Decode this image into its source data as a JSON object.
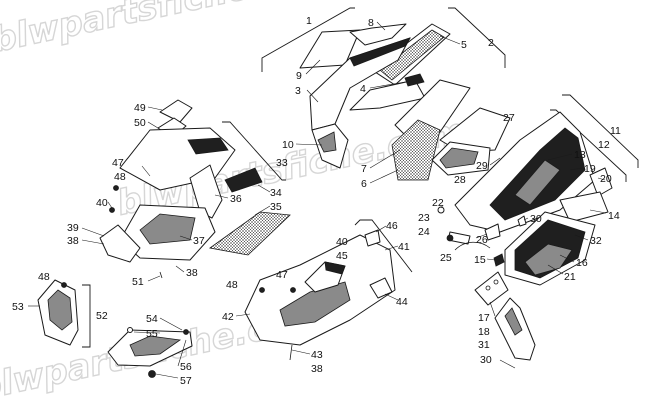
{
  "watermark": "blwpartsfiche.com",
  "labels": [
    {
      "id": "1",
      "text": "1"
    },
    {
      "id": "2",
      "text": "2"
    },
    {
      "id": "3",
      "text": "3"
    },
    {
      "id": "4",
      "text": "4"
    },
    {
      "id": "5",
      "text": "5"
    },
    {
      "id": "6",
      "text": "6"
    },
    {
      "id": "7",
      "text": "7"
    },
    {
      "id": "8",
      "text": "8"
    },
    {
      "id": "9",
      "text": "9"
    },
    {
      "id": "10",
      "text": "10"
    },
    {
      "id": "11",
      "text": "11"
    },
    {
      "id": "12",
      "text": "12"
    },
    {
      "id": "13",
      "text": "13"
    },
    {
      "id": "14",
      "text": "14"
    },
    {
      "id": "15",
      "text": "15"
    },
    {
      "id": "16",
      "text": "16"
    },
    {
      "id": "17",
      "text": "17"
    },
    {
      "id": "18",
      "text": "18"
    },
    {
      "id": "19",
      "text": "19"
    },
    {
      "id": "20",
      "text": "20"
    },
    {
      "id": "21",
      "text": "21"
    },
    {
      "id": "22",
      "text": "22"
    },
    {
      "id": "23",
      "text": "23"
    },
    {
      "id": "24",
      "text": "24"
    },
    {
      "id": "25",
      "text": "25"
    },
    {
      "id": "26",
      "text": "26"
    },
    {
      "id": "27",
      "text": "27"
    },
    {
      "id": "28",
      "text": "28"
    },
    {
      "id": "29",
      "text": "29"
    },
    {
      "id": "30a",
      "text": "30"
    },
    {
      "id": "30b",
      "text": "30"
    },
    {
      "id": "31",
      "text": "31"
    },
    {
      "id": "32",
      "text": "32"
    },
    {
      "id": "33",
      "text": "33"
    },
    {
      "id": "34",
      "text": "34"
    },
    {
      "id": "35",
      "text": "35"
    },
    {
      "id": "36",
      "text": "36"
    },
    {
      "id": "37",
      "text": "37"
    },
    {
      "id": "38a",
      "text": "38"
    },
    {
      "id": "38b",
      "text": "38"
    },
    {
      "id": "38c",
      "text": "38"
    },
    {
      "id": "39",
      "text": "39"
    },
    {
      "id": "40a",
      "text": "40"
    },
    {
      "id": "40b",
      "text": "40"
    },
    {
      "id": "41",
      "text": "41"
    },
    {
      "id": "42",
      "text": "42"
    },
    {
      "id": "43",
      "text": "43"
    },
    {
      "id": "44",
      "text": "44"
    },
    {
      "id": "45",
      "text": "45"
    },
    {
      "id": "46",
      "text": "46"
    },
    {
      "id": "47a",
      "text": "47"
    },
    {
      "id": "47b",
      "text": "47"
    },
    {
      "id": "48a",
      "text": "48"
    },
    {
      "id": "48b",
      "text": "48"
    },
    {
      "id": "48c",
      "text": "48"
    },
    {
      "id": "49",
      "text": "49"
    },
    {
      "id": "50",
      "text": "50"
    },
    {
      "id": "51",
      "text": "51"
    },
    {
      "id": "52",
      "text": "52"
    },
    {
      "id": "53",
      "text": "53"
    },
    {
      "id": "54",
      "text": "54"
    },
    {
      "id": "55",
      "text": "55"
    },
    {
      "id": "56",
      "text": "56"
    },
    {
      "id": "57",
      "text": "57"
    }
  ]
}
